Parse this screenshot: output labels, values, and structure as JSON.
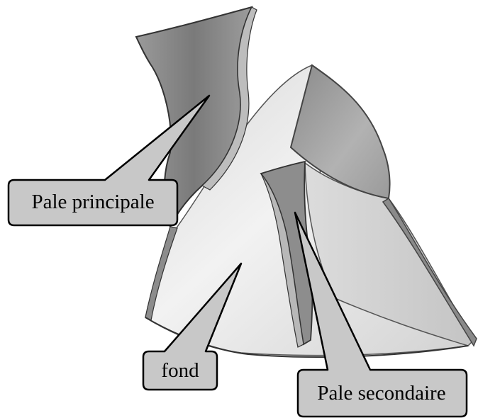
{
  "labels": {
    "pale_principale": "Pale principale",
    "fond": "fond",
    "pale_secondaire": "Pale secondaire"
  },
  "colors": {
    "background": "#ffffff",
    "callout_fill": "#c8c8c8",
    "callout_stroke": "#000000",
    "blade_dark": "#7d7d7d",
    "blade_mid": "#a9a9a9",
    "hub_light": "#e6e6e6"
  }
}
